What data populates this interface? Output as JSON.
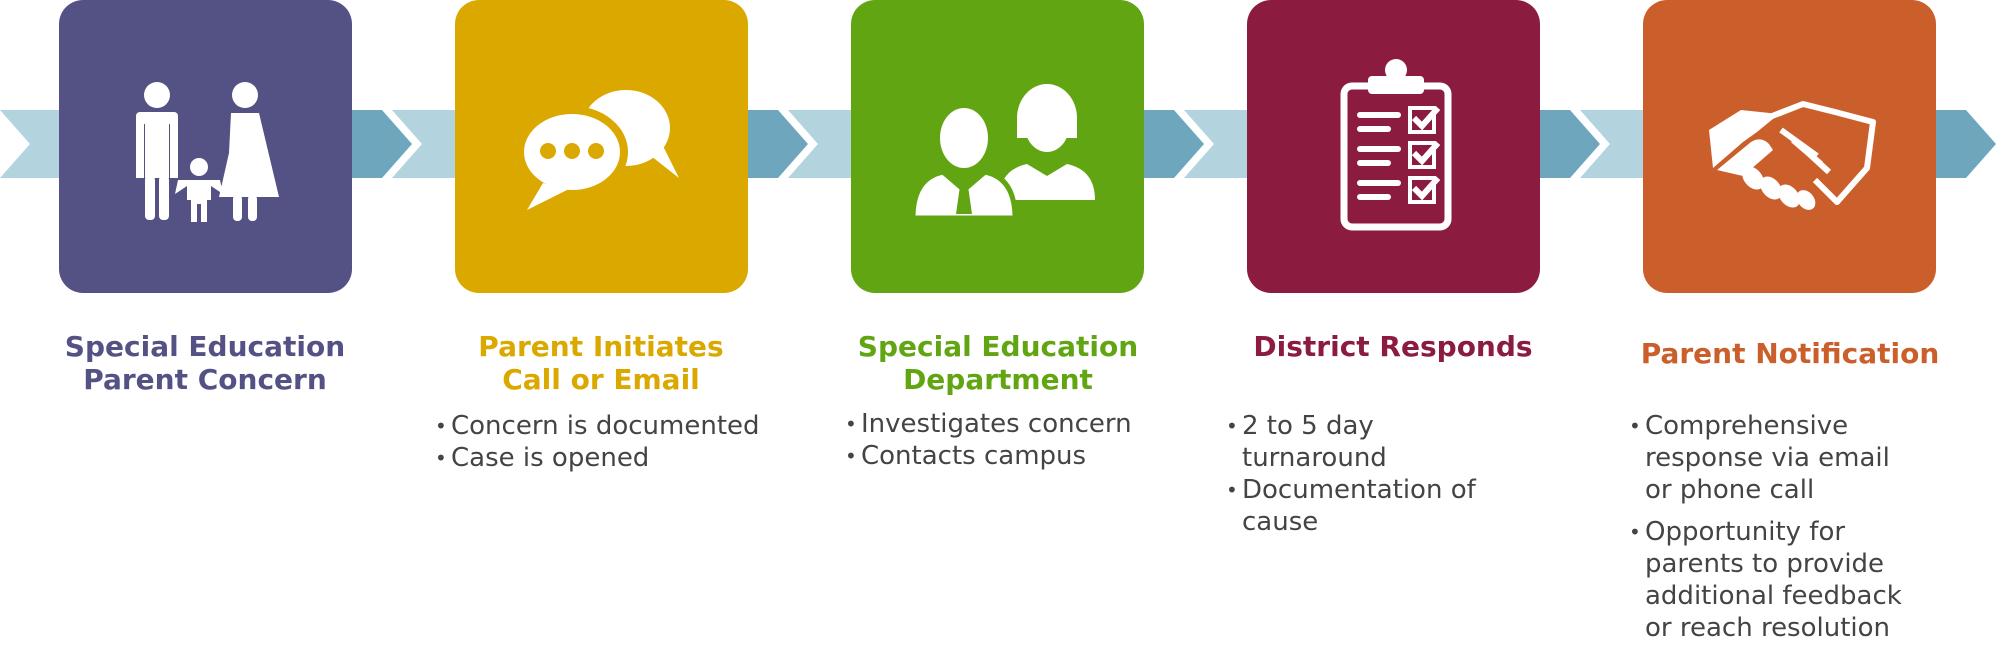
{
  "colors": {
    "band_light": "#b3d3df",
    "band_dark": "#6ea6be",
    "purple": "#545284",
    "gold": "#dba800",
    "green": "#61a612",
    "maroon": "#8b1c40",
    "orange": "#cb5f2b"
  },
  "steps": [
    {
      "icon": "family-icon",
      "color": "#545284",
      "title": [
        "Special Education",
        "Parent Concern"
      ],
      "bullets": []
    },
    {
      "icon": "speech-bubbles-icon",
      "color": "#dba800",
      "title": [
        "Parent Initiates",
        "Call or Email"
      ],
      "bullets": [
        "Concern is documented",
        "Case is opened"
      ]
    },
    {
      "icon": "staff-people-icon",
      "color": "#61a612",
      "title": [
        "Special Education",
        "Department"
      ],
      "bullets": [
        "Investigates concern",
        "Contacts campus"
      ]
    },
    {
      "icon": "clipboard-checklist-icon",
      "color": "#8b1c40",
      "title": [
        "District Responds"
      ],
      "bullets": [
        "2 to 5 day turnaround",
        "Documentation of cause"
      ]
    },
    {
      "icon": "handshake-icon",
      "color": "#cb5f2b",
      "title": [
        "Parent Notification"
      ],
      "bullets": [
        "Comprehensive response via email or phone call",
        "Opportunity for parents to provide additional feedback or reach resolution"
      ]
    }
  ]
}
